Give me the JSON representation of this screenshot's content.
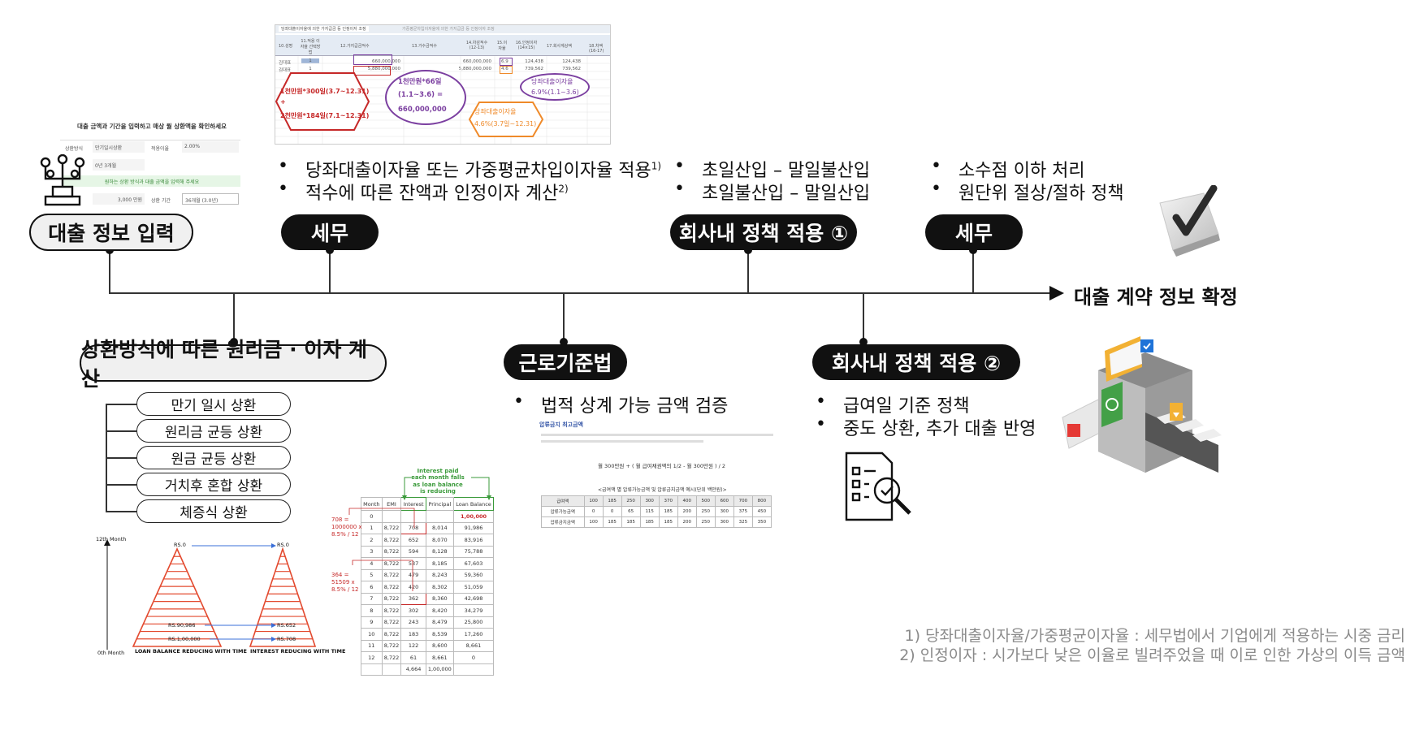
{
  "timeline": {
    "end_label": "대출 계약 정보 확정",
    "top_steps": [
      {
        "id": "loan-input",
        "label": "대출 정보 입력",
        "style": "light"
      },
      {
        "id": "tax-1",
        "label": "세무",
        "style": "dark",
        "bullets": [
          "당좌대출이자율 또는 가중평균차입이자율 적용",
          "적수에 따른 잔액과 인정이자 계산"
        ],
        "superscripts": [
          "1)",
          "2)"
        ]
      },
      {
        "id": "policy-1",
        "label": "회사내 정책 적용 ①",
        "style": "dark",
        "bullets": [
          "초일산입 – 말일불산입",
          "초일불산입 – 말일산입"
        ]
      },
      {
        "id": "tax-2",
        "label": "세무",
        "style": "dark",
        "bullets": [
          "소수점 이하 처리",
          "원단위 절상/절하 정책"
        ]
      }
    ],
    "bottom_steps": [
      {
        "id": "repay-calc",
        "label": "상환방식에 따른 원리금 · 이자 계산",
        "style": "light",
        "methods": [
          "만기 일시 상환",
          "원리금 균등 상환",
          "원금 균등 상환",
          "거치후 혼합 상환",
          "체증식 상환"
        ]
      },
      {
        "id": "labor-law",
        "label": "근로기준법",
        "style": "dark",
        "bullets": [
          "법적 상계 가능 금액 검증"
        ]
      },
      {
        "id": "policy-2",
        "label": "회사내 정책 적용 ②",
        "style": "dark",
        "bullets": [
          "급여일 기준 정책",
          "중도 상환, 추가 대출 반영"
        ]
      }
    ]
  },
  "footnotes": [
    "1) 당좌대출이자율/가중평균이자율 : 세무법에서 기업에게 적용하는 시중 금리",
    "2) 인정이자 : 시가보다 낮은 이율로 빌려주었을 때 이로 인한 가상의 이득 금액"
  ],
  "loan_form_screenshot": {
    "title": "대출 금액과 기간을 입력하고 매상 월 상환액을 확인하세요",
    "fields": [
      {
        "label": "상환방식",
        "value": "만기일시상환"
      },
      {
        "label": "적용이율",
        "value": "2.00%"
      },
      {
        "label": "",
        "value": "0년 3개월"
      },
      {
        "label": "",
        "value": "3,000 만원"
      },
      {
        "label": "상환 기간",
        "value": "36개월 (3.0년)"
      }
    ],
    "notice": "원하는 상환 방식과 대출 금액을 입력해 주세요"
  },
  "tax_table_screenshot": {
    "tabs": [
      "당좌대출이자율에 의한 가지급금 등 인정이자 조정",
      "가중평균차입이자율에 의한 가지급금 등 인정이자 조정"
    ],
    "headers": [
      "10.성명",
      "11.적용 이자율 선택방법",
      "12.가지급금적수",
      "13.가수금적수",
      "14.차감적수 (12-13)",
      "15.이자율",
      "16.인정이자 (14×15)",
      "17.회사계상액",
      "18.차액 (16-17)"
    ],
    "rows": [
      [
        "김대표",
        "1",
        "660,000,000",
        "",
        "660,000,000",
        "6.9",
        "124,438",
        "",
        "124,438"
      ],
      [
        "김대표",
        "1",
        "5,880,000,000",
        "",
        "5,880,000,000",
        "4.6",
        "739,562",
        "",
        "739,562"
      ]
    ],
    "annotations": {
      "red": [
        "1천만원*300일(3.7~12.31)",
        "+",
        "2천만원*184일(7.1~12.31)"
      ],
      "purple_calc": [
        "1천만원*66일",
        "(1.1~3.6) =",
        "660,000,000"
      ],
      "orange": [
        "당좌대출이자율",
        "4.6%(3.7일~12.31)"
      ],
      "purple_rate": [
        "당좌대출이자율",
        "6.9%(1.1~3.6)"
      ]
    }
  },
  "pyramid_chart": {
    "y_top": "12th Month",
    "y_bottom": "0th Month",
    "left_caption": "LOAN BALANCE REDUCING WITH TIME",
    "right_caption": "INTEREST REDUCING WITH TIME",
    "left_labels": [
      "RS.0",
      "RS.90,986",
      "RS.1,00,000"
    ],
    "right_labels": [
      "RS.0",
      "RS.652",
      "RS.708"
    ]
  },
  "emi_table": {
    "callout": "Interest paid each month falls as loan balance is reducing",
    "headers": [
      "Month",
      "EMI",
      "Interest",
      "Principal",
      "Loan Balance"
    ],
    "rows": [
      [
        "0",
        "",
        "",
        "",
        "1,00,000"
      ],
      [
        "1",
        "8,722",
        "708",
        "8,014",
        "91,986"
      ],
      [
        "2",
        "8,722",
        "652",
        "8,070",
        "83,916"
      ],
      [
        "3",
        "8,722",
        "594",
        "8,128",
        "75,788"
      ],
      [
        "4",
        "8,722",
        "537",
        "8,185",
        "67,603"
      ],
      [
        "5",
        "8,722",
        "479",
        "8,243",
        "59,360"
      ],
      [
        "6",
        "8,722",
        "420",
        "8,302",
        "51,059"
      ],
      [
        "7",
        "8,722",
        "362",
        "8,360",
        "42,698"
      ],
      [
        "8",
        "8,722",
        "302",
        "8,420",
        "34,279"
      ],
      [
        "9",
        "8,722",
        "243",
        "8,479",
        "25,800"
      ],
      [
        "10",
        "8,722",
        "183",
        "8,539",
        "17,260"
      ],
      [
        "11",
        "8,722",
        "122",
        "8,600",
        "8,661"
      ],
      [
        "12",
        "8,722",
        "61",
        "8,661",
        "0"
      ]
    ],
    "totals": [
      "",
      "",
      "4,664",
      "1,00,000"
    ],
    "side_notes": [
      "708 = 1000000 x 8.5% / 12",
      "364 = 51509 x 8.5% / 12"
    ]
  },
  "labor_doc_screenshot": {
    "heading": "압류금지 최고금액",
    "formula": "월 300만원 + ( 월 급여채권액의 1/2 - 월 300만원 ) / 2",
    "caption": "<급여액 별 압류가능금액 및 압류금지금액 예시(단위 백만원)>",
    "headers": [
      "급여액",
      "100",
      "185",
      "250",
      "300",
      "370",
      "400",
      "500",
      "600",
      "700",
      "800"
    ],
    "rows": [
      [
        "압류가능금액",
        "0",
        "0",
        "65",
        "115",
        "185",
        "200",
        "250",
        "300",
        "375",
        "450"
      ],
      [
        "압류금지금액",
        "100",
        "185",
        "185",
        "185",
        "185",
        "200",
        "250",
        "300",
        "325",
        "350"
      ]
    ]
  },
  "colors": {
    "dark": "#111111",
    "line": "#333333",
    "footnote": "#8a8a8a",
    "red": "#c62828",
    "purple": "#7b3fa0",
    "orange": "#ef8a2a"
  }
}
